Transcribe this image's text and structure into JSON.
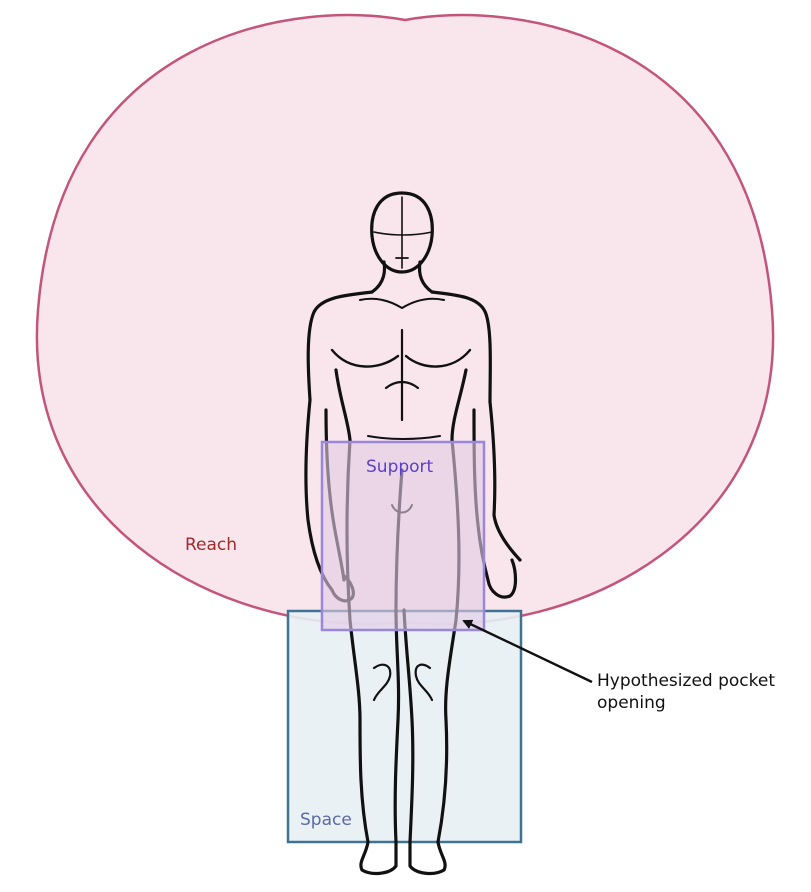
{
  "diagram": {
    "regions": {
      "reach": {
        "label": "Reach",
        "fill": "#f8e6ec",
        "stroke": "#c4557a",
        "label_color": "#9e2a2a"
      },
      "support": {
        "label": "Support",
        "fill": "#e3cbe6",
        "stroke": "#9b86de",
        "label_color": "#5a3fc8"
      },
      "space": {
        "label": "Space",
        "fill": "#e7f0f4",
        "stroke": "#3f7391",
        "label_color": "#5a68a8"
      }
    },
    "annotation": {
      "line1": "Hypothesized pocket",
      "line2": "opening",
      "color": "#111111"
    },
    "figure": {
      "description_icon": "human-figure-icon",
      "stroke": "#111111"
    }
  }
}
